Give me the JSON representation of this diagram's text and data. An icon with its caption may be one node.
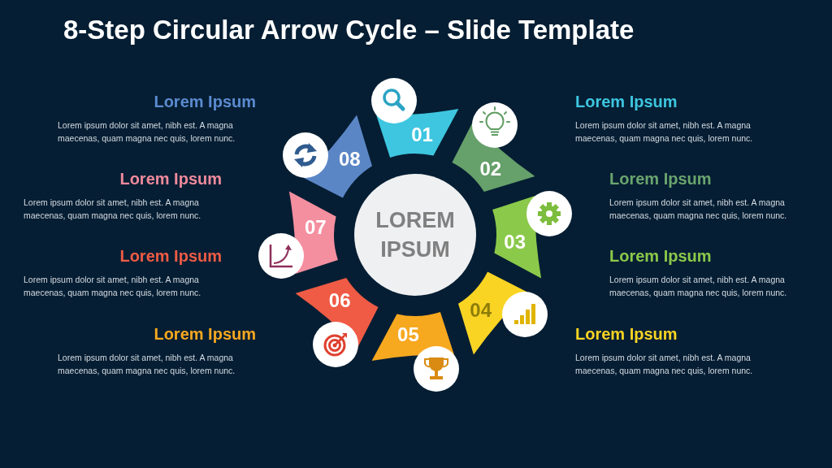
{
  "diagram": {
    "title": "8-Step Circular Arrow Cycle – Slide Template",
    "nodes": [
      {
        "text": [
          "LOREM IPSUM"
        ]
      },
      {
        "text": [
          "01"
        ]
      },
      {
        "text": [
          "02"
        ]
      },
      {
        "text": [
          "03"
        ]
      },
      {
        "text": [
          "04"
        ]
      },
      {
        "text": [
          "05"
        ]
      },
      {
        "text": [
          "06"
        ]
      },
      {
        "text": [
          "07"
        ]
      },
      {
        "text": [
          "08"
        ]
      }
    ],
    "labels": [
      "Lorem Ipsum",
      "Lorem ipsum dolor sit amet, nibh est. A magna maecenas, quam magna nec quis, lorem nunc.",
      "Lorem Ipsum",
      "Lorem ipsum dolor sit amet, nibh est. A magna maecenas, quam magna nec quis, lorem nunc.",
      "Lorem Ipsum",
      "Lorem ipsum dolor sit amet, nibh est. A magna maecenas, quam magna nec quis, lorem nunc.",
      "Lorem Ipsum",
      "Lorem ipsum dolor sit amet, nibh est. A magna maecenas, quam magna nec quis, lorem nunc.",
      "Lorem Ipsum",
      "Lorem ipsum dolor sit amet, nibh est. A magna maecenas, quam magna nec quis, lorem nunc.",
      "Lorem Ipsum",
      "Lorem ipsum dolor sit amet, nibh est. A magna maecenas, quam magna nec quis, lorem nunc.",
      "Lorem Ipsum",
      "Lorem ipsum dolor sit amet, nibh est. A magna maecenas, quam magna nec quis, lorem nunc.",
      "Lorem Ipsum",
      "Lorem ipsum dolor sit amet, nibh est. A magna maecenas, quam magna nec quis, lorem nunc."
    ]
  }
}
